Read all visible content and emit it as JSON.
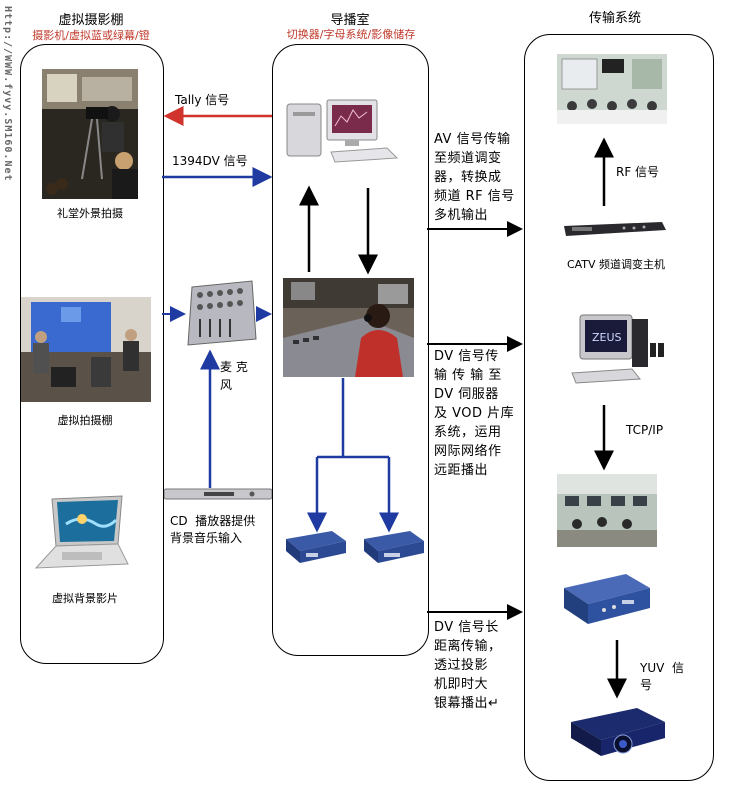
{
  "watermark": "Http://WWW.fyvy.SM160.Net",
  "columns": {
    "studio": {
      "title": "虚拟摄影棚",
      "subtitle": "摄影机/虚拟蓝或绿幕/镫"
    },
    "control": {
      "title": "导播室",
      "subtitle": "切换器/字母系统/影像储存"
    },
    "transmit": {
      "title": "传输系统"
    }
  },
  "captions": {
    "auditorium": "礼堂外景拍摄",
    "virtual_studio": "虚拟拍摄棚",
    "virtual_bg": "虚拟背景影片",
    "catv": "CATV 频道调变主机",
    "cd_player": "CD  播放器提供\n背景音乐输入",
    "mic": "麦 克\n风"
  },
  "signals": {
    "tally": "Tally 信号",
    "dv1394": "1394DV 信号",
    "rf": "RF 信号",
    "tcpip": "TCP/IP",
    "yuv": "YUV  信\n号"
  },
  "paragraphs": {
    "av": "AV 信号传输\n至频道调变\n器，转换成\n频道 RF 信号\n多机输出",
    "dv_vod": "DV 信号传\n输 传 输 至\nDV 伺服器\n及 VOD 片库\n系统，运用\n网际网络作\n远距播出",
    "dv_long": "DV 信号长\n距离传输，\n透过投影\n机即时大\n银幕播出↵"
  },
  "colors": {
    "arrow_blue": "#1f3aa0",
    "arrow_red": "#d0342c",
    "subtitle_red": "#c0392b"
  }
}
